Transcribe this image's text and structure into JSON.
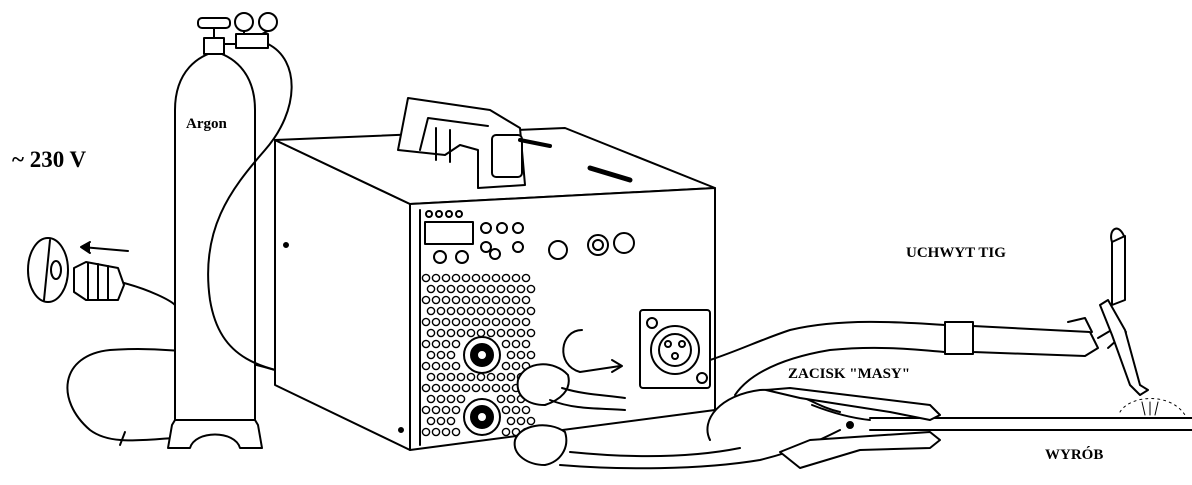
{
  "labels": {
    "voltage": "~ 230 V",
    "gas": "Argon",
    "torch": "UCHWYT TIG",
    "clamp": "ZACISK \"MASY\"",
    "workpiece": "WYRÓB"
  },
  "colors": {
    "line": "#000000",
    "background": "#ffffff"
  }
}
